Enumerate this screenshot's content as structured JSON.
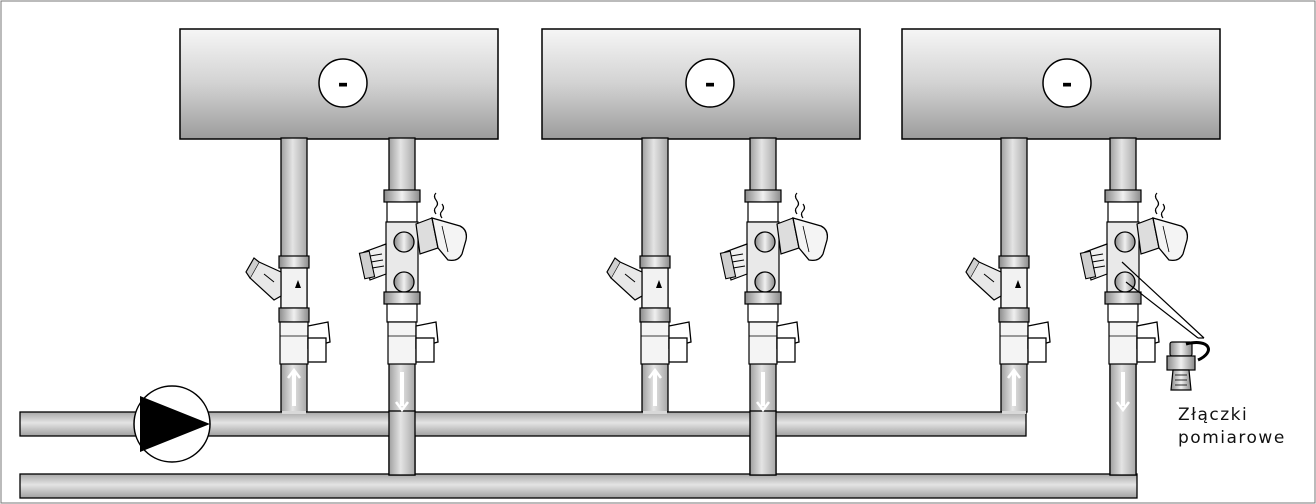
{
  "diagram": {
    "radiator_symbol": "-",
    "callout_label_line1": "Złączki",
    "callout_label_line2": "pomiarowe",
    "flow_direction_supply": "up-arrow",
    "flow_direction_return": "down-arrow",
    "pump_icon": "pump-triangle-icon",
    "colors": {
      "pipe_fill": "#cccccc",
      "outline": "#000000",
      "radiator_gradient_top": "#f4f4f4",
      "radiator_gradient_bottom": "#9a9a9a",
      "background": "#ffffff"
    }
  }
}
